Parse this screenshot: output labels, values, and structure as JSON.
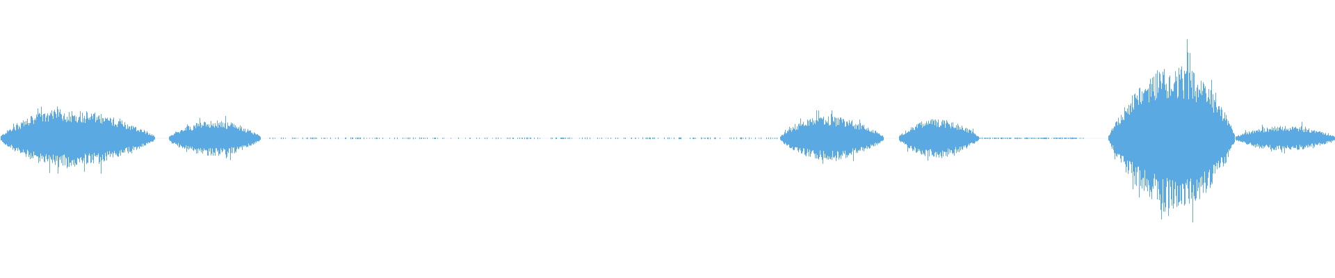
{
  "waveform": {
    "color": "#5aa9e2",
    "background": "#ffffff",
    "amplitude_scale": 1.0,
    "bursts": [
      {
        "start": 0.0,
        "end": 0.116,
        "peak": 0.2,
        "peak_at": 0.4
      },
      {
        "start": 0.126,
        "end": 0.195,
        "peak": 0.12,
        "peak_at": 0.5
      },
      {
        "start": 0.584,
        "end": 0.662,
        "peak": 0.15,
        "peak_at": 0.45
      },
      {
        "start": 0.673,
        "end": 0.733,
        "peak": 0.13,
        "peak_at": 0.45
      },
      {
        "start": 0.83,
        "end": 0.925,
        "peak": 0.51,
        "peak_at": 0.55
      },
      {
        "start": 0.925,
        "end": 1.0,
        "peak": 0.08,
        "peak_at": 0.5
      }
    ],
    "quiet_segments": [
      {
        "start": 0.195,
        "end": 0.584,
        "level": 0.006,
        "density": 0.25
      },
      {
        "start": 0.495,
        "end": 0.56,
        "level": 0.004,
        "density": 1.0
      },
      {
        "start": 0.733,
        "end": 0.812,
        "level": 0.005,
        "density": 0.7
      }
    ]
  }
}
